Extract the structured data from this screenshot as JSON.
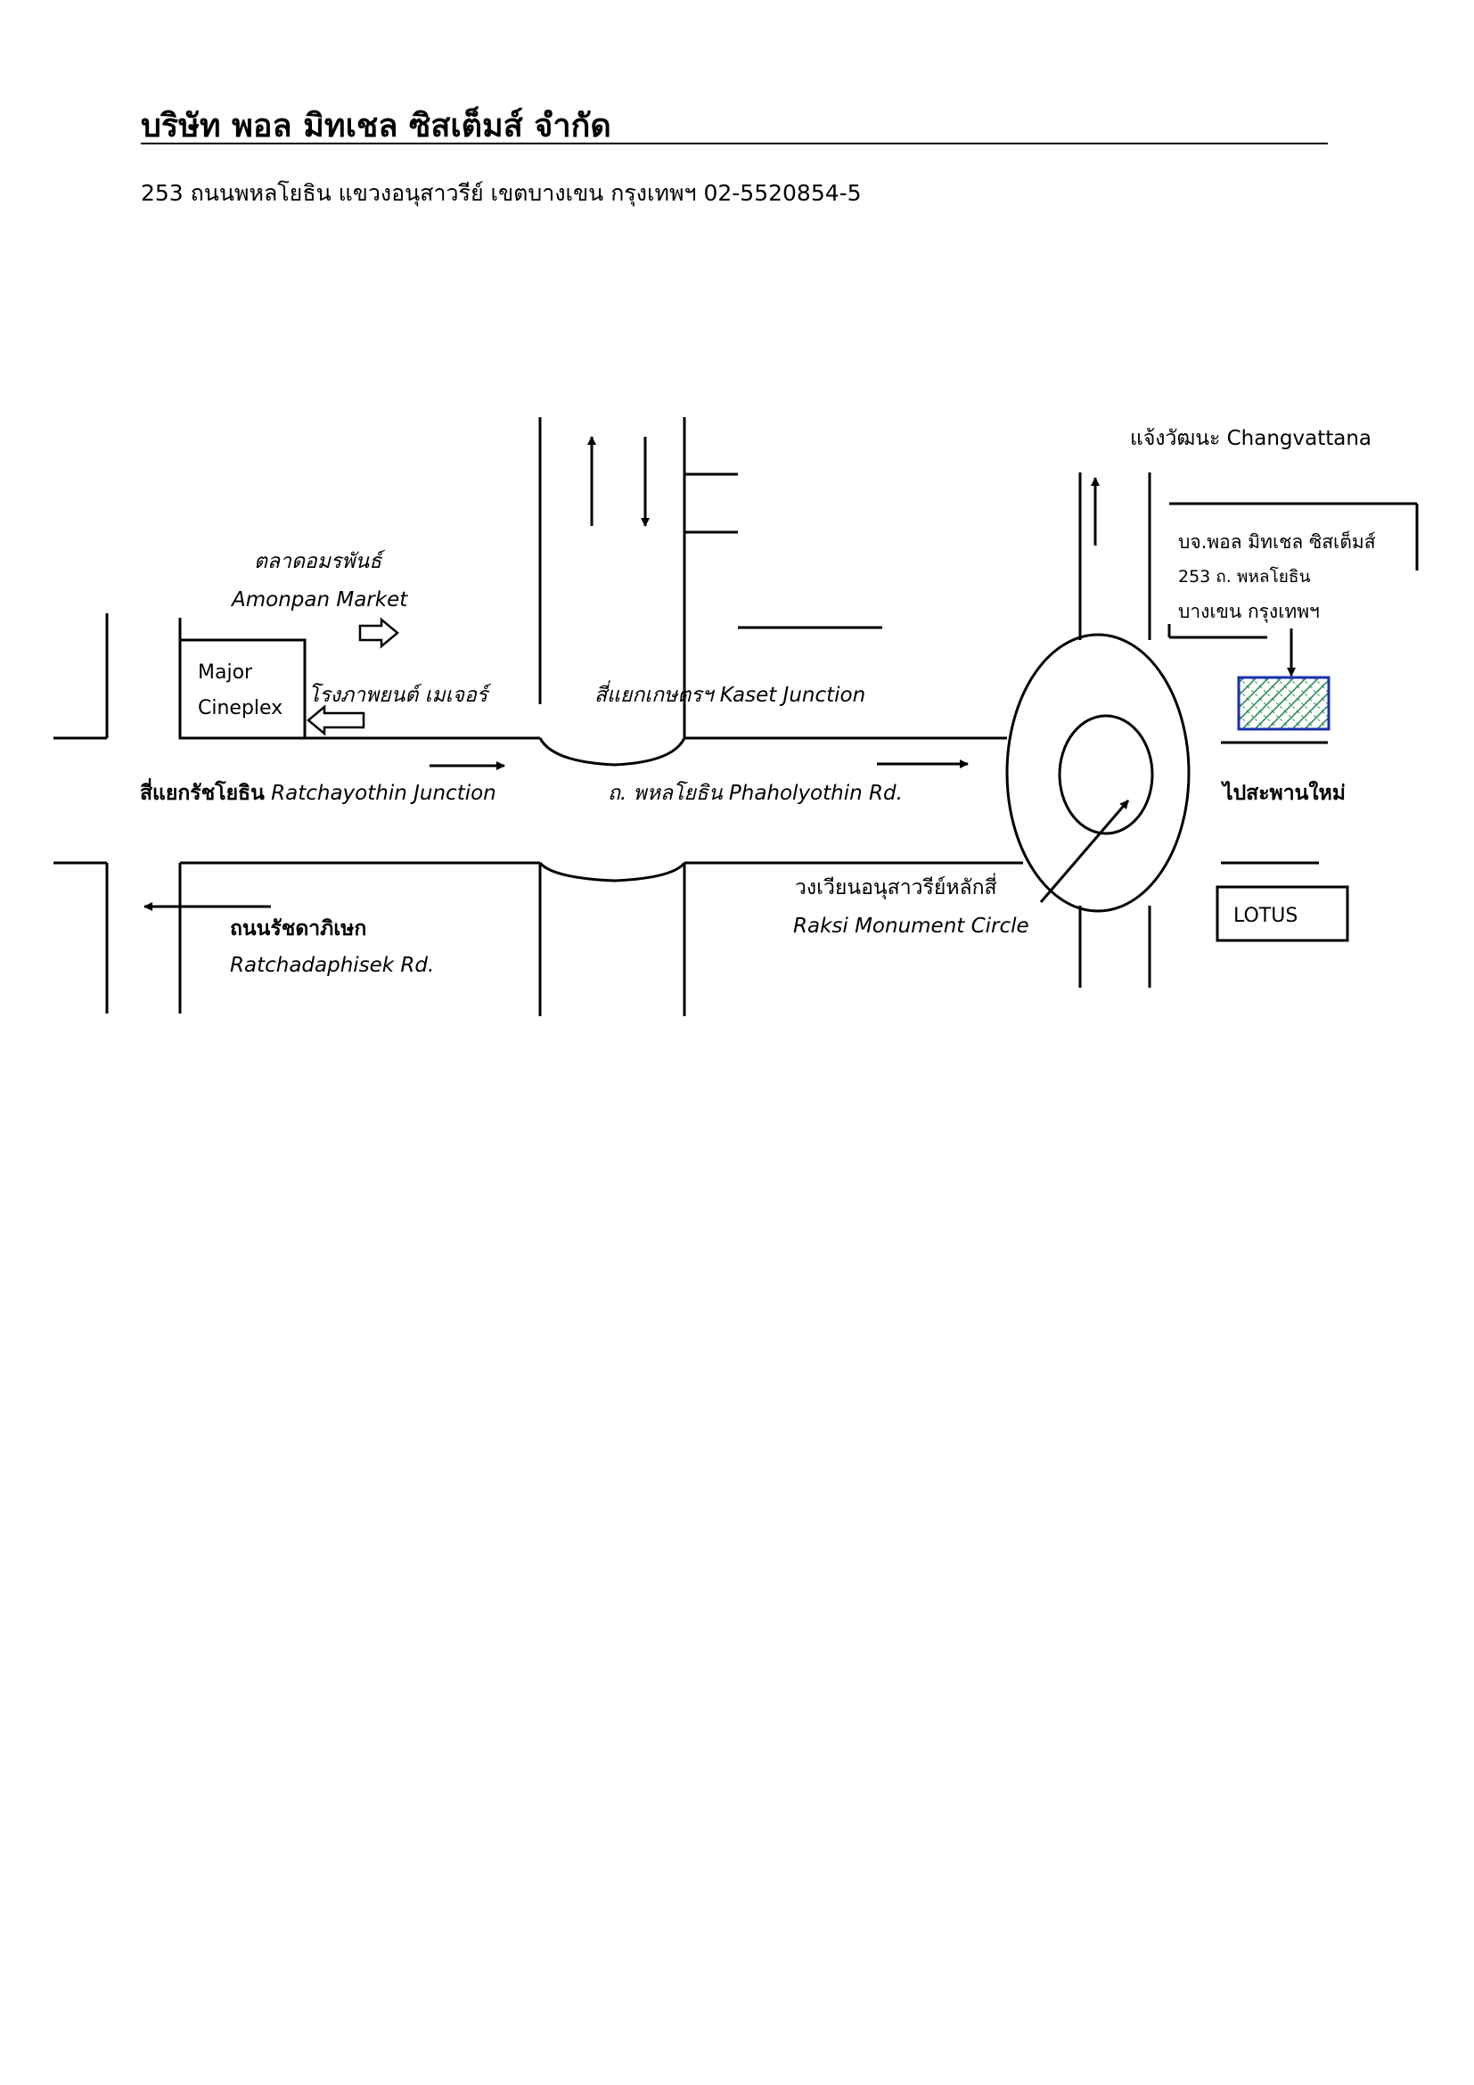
{
  "header": {
    "company_name": "บริษัท พอล มิทเชล ซิสเต็มส์  จำกัด",
    "address": "253  ถนนพหลโยธิน แขวงอนุสาวรีย์ เขตบางเขน  กรุงเทพฯ  02-5520854-5"
  },
  "map": {
    "labels": {
      "amonpan_th": "ตลาดอมรพันธ์",
      "amonpan_en": "Amonpan Market",
      "major_box_line1": "Major",
      "major_box_line2": "Cineplex",
      "major_th": "โรงภาพยนต์ เมเจอร์",
      "kaset_junction": "สี่แยกเกษตรฯ Kaset Junction",
      "ratchayothin_th": "สี่แยกรัชโยธิน",
      "ratchayothin_en": "Ratchayothin Junction",
      "phaholyothin": "ถ. พหลโยธิน Phaholyothin Rd.",
      "ratchadaphisek_th": "ถนนรัชดาภิเษก",
      "ratchadaphisek_en": "Ratchadaphisek Rd.",
      "raksi_th": "วงเวียนอนุสาวรีย์หลักสี่",
      "raksi_en": "Raksi Monument Circle",
      "changvattana": "แจ้งวัฒนะ  Changvattana",
      "company_note_line1": "บจ.พอล มิทเชล ซิสเต็มส์",
      "company_note_line2": "253 ถ. พหลโยธิน",
      "company_note_line3": "บางเขน กรุงเทพฯ",
      "saphan_mai": "ไปสะพานใหม่",
      "lotus": "LOTUS"
    },
    "colors": {
      "line": "#000000",
      "office_border": "#1a2fb0",
      "office_hatch": "#2e8b57"
    }
  }
}
